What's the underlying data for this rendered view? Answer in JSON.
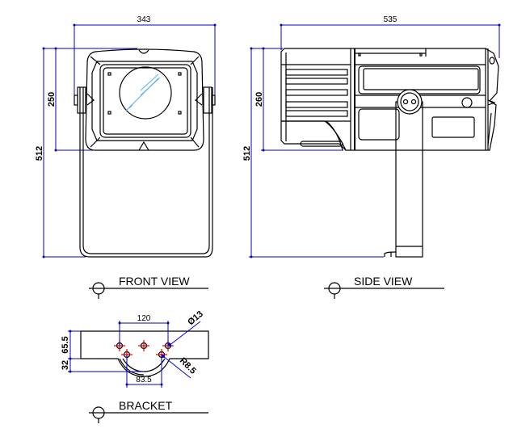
{
  "front_view": {
    "title": "FRONT VIEW",
    "dim_width": "343",
    "dim_head_height": "250",
    "dim_total_height": "512"
  },
  "side_view": {
    "title": "SIDE VIEW",
    "dim_length": "535",
    "dim_head_height": "260",
    "dim_total_height": "512"
  },
  "bracket": {
    "title": "BRACKET",
    "dim_hole_spacing": "120",
    "dim_hole_diameter": "Ø13",
    "dim_radius": "R8.5",
    "dim_lower_spacing": "83.5",
    "dim_upper_height": "65.5",
    "dim_lower_height": "32"
  },
  "colors": {
    "dimension": "#0000cc",
    "centerline": "#e00000",
    "lens": "#5aaee6"
  }
}
